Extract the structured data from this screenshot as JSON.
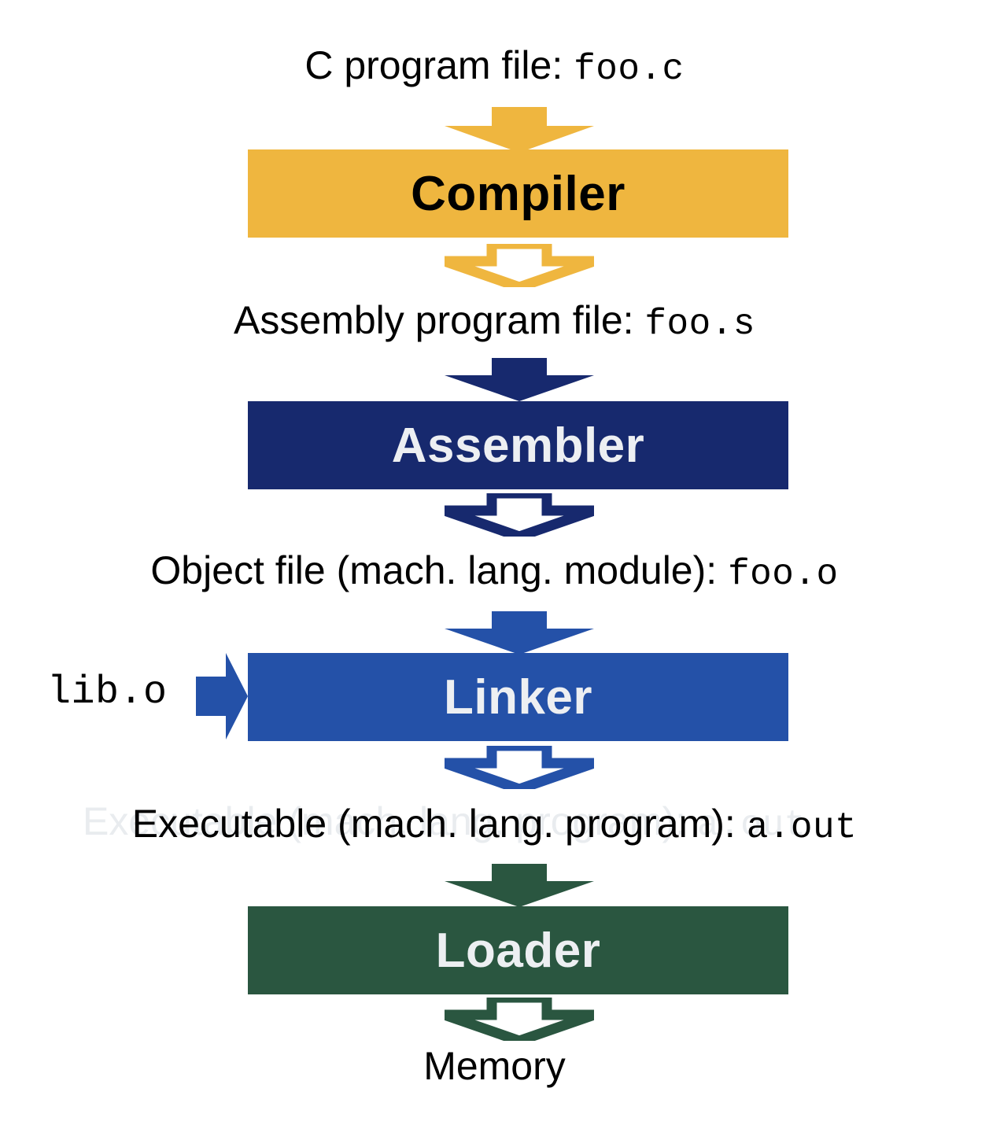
{
  "diagram": {
    "title": "C compilation toolchain",
    "background": "#ffffff",
    "text_color": "#000000"
  },
  "colors": {
    "amber": "#EFB63F",
    "navy": "#17296E",
    "blue": "#2451A8",
    "green": "#2A5640",
    "box_text_light": "#EDEFF2",
    "box_text_dark": "#000000",
    "ghost": "#E9ECEF"
  },
  "rows": {
    "source_file": {
      "prefix": "C program file: ",
      "file": "foo.c"
    },
    "assembly_file": {
      "prefix": "Assembly program file: ",
      "file": "foo.s"
    },
    "object_file": {
      "prefix": "Object file (mach. lang. module): ",
      "file": "foo.o"
    },
    "executable_file": {
      "prefix": "Executable (mach. lang. program): ",
      "file": "a.out"
    },
    "memory": {
      "prefix": "Memory",
      "file": ""
    }
  },
  "stages": {
    "compiler": {
      "label": "Compiler",
      "color": "#EFB63F",
      "text_color": "#000000"
    },
    "assembler": {
      "label": "Assembler",
      "color": "#17296E",
      "text_color": "#EDEFF2"
    },
    "linker": {
      "label": "Linker",
      "color": "#2451A8",
      "text_color": "#EDEFF2"
    },
    "loader": {
      "label": "Loader",
      "color": "#2A5640",
      "text_color": "#EDEFF2"
    }
  },
  "side_input": {
    "label": "lib.o",
    "arrow_color": "#2451A8"
  },
  "arrows": {
    "to_compiler": {
      "style": "filled",
      "color": "#EFB63F",
      "direction": "down"
    },
    "from_compiler": {
      "style": "outlined",
      "color": "#EFB63F",
      "direction": "down"
    },
    "to_assembler": {
      "style": "filled",
      "color": "#17296E",
      "direction": "down"
    },
    "from_assembler": {
      "style": "outlined",
      "color": "#17296E",
      "direction": "down"
    },
    "to_linker": {
      "style": "filled",
      "color": "#2451A8",
      "direction": "down"
    },
    "from_linker": {
      "style": "outlined",
      "color": "#2451A8",
      "direction": "down"
    },
    "lib_into_linker": {
      "style": "filled",
      "color": "#2451A8",
      "direction": "right"
    },
    "to_loader": {
      "style": "filled",
      "color": "#2A5640",
      "direction": "down"
    },
    "from_loader": {
      "style": "outlined",
      "color": "#2A5640",
      "direction": "down"
    }
  }
}
